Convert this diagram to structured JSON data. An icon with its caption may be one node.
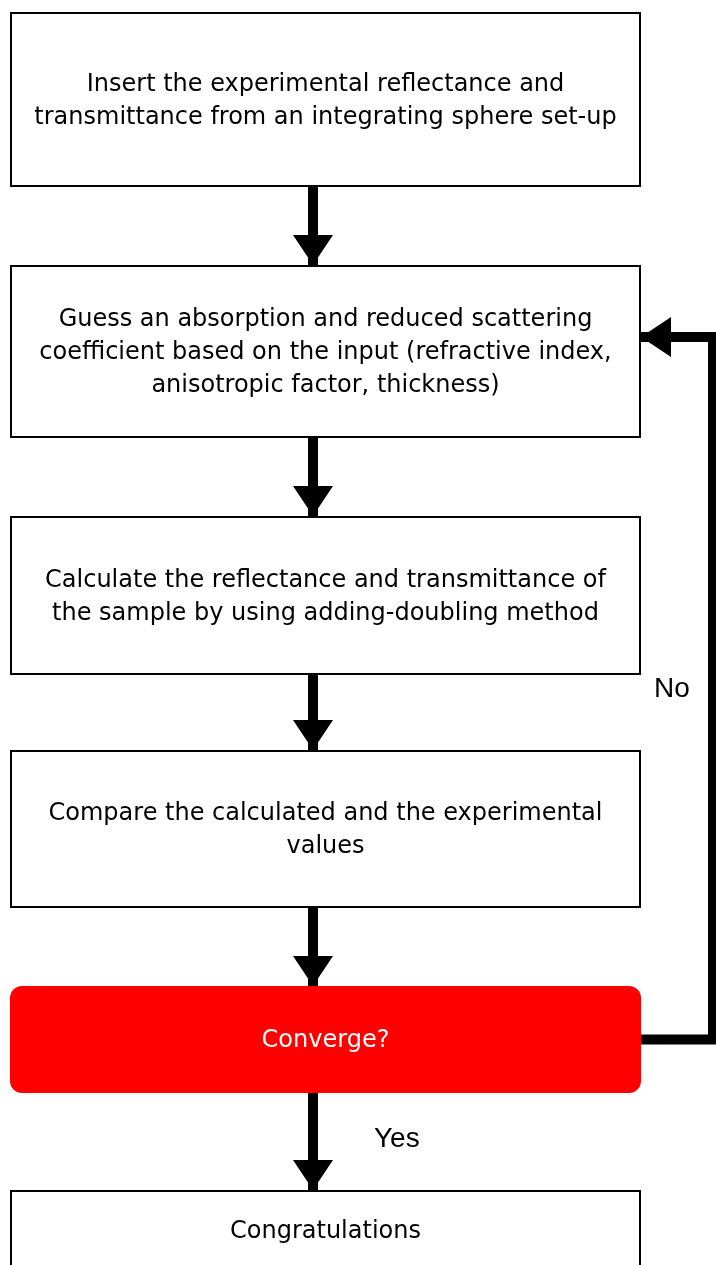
{
  "diagram": {
    "nodes": [
      {
        "text": [
          "Insert the experimental reflectance and transmittance from an integrating sphere set-up"
        ]
      },
      {
        "text": [
          "Guess an absorption and reduced scattering coefficient based on the input (refractive index, anisotropic factor, thickness)"
        ]
      },
      {
        "text": [
          "Calculate the reflectance and transmittance of the sample by using adding-doubling method"
        ]
      },
      {
        "text": [
          "Compare the calculated and the experimental values"
        ]
      },
      {
        "text": [
          "Converge?"
        ]
      },
      {
        "text": [
          "Congratulations"
        ]
      }
    ],
    "edges": [
      {
        "from": 0,
        "to": 1,
        "arrow": "to"
      },
      {
        "from": 1,
        "to": 2,
        "arrow": "to"
      },
      {
        "from": 2,
        "to": 3,
        "arrow": "to"
      },
      {
        "from": 3,
        "to": 4,
        "arrow": "to"
      },
      {
        "from": 4,
        "to": 5,
        "arrow": "to",
        "label": "Yes"
      },
      {
        "from": 4,
        "to": 1,
        "arrow": "to",
        "label": "No"
      }
    ]
  }
}
